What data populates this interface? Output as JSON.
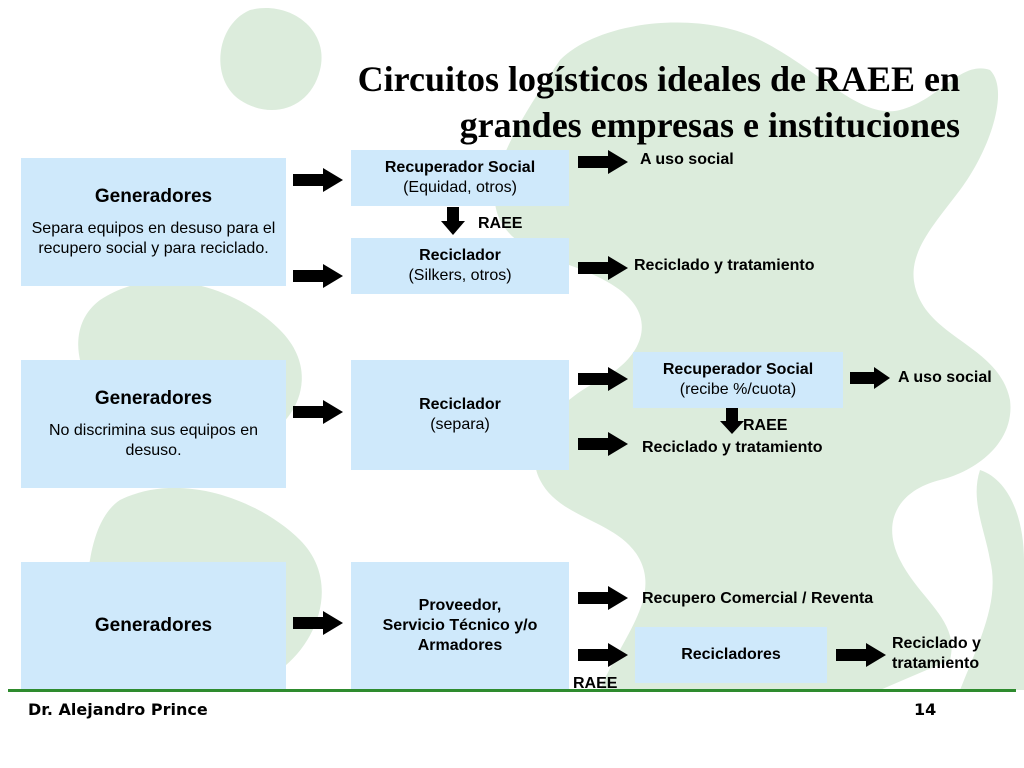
{
  "title": {
    "line1": "Circuitos logísticos ideales de RAEE en",
    "line2": "grandes empresas e instituciones"
  },
  "row1": {
    "generator": {
      "heading": "Generadores",
      "text": "Separa equipos en desuso para el recupero social y para reciclado."
    },
    "social": {
      "heading": "Recuperador Social",
      "sub": "(Equidad, otros)"
    },
    "recycler": {
      "heading": "Reciclador",
      "sub": "(Silkers, otros)"
    },
    "raee_label": "RAEE",
    "out_social": "A uso social",
    "out_recycle": "Reciclado y tratamiento"
  },
  "row2": {
    "generator": {
      "heading": "Generadores",
      "text": "No discrimina sus equipos en desuso."
    },
    "recycler": {
      "heading": "Reciclador",
      "sub": "(separa)"
    },
    "social": {
      "heading": "Recuperador Social",
      "sub": "(recibe %/cuota)"
    },
    "out_social": "A uso social",
    "raee_label": "RAEE",
    "out_recycle": "Reciclado y tratamiento"
  },
  "row3": {
    "generator": {
      "heading": "Generadores"
    },
    "provider": {
      "line1": "Proveedor,",
      "line2": "Servicio Técnico y/o",
      "line3": "Armadores"
    },
    "out_commercial": "Recupero Comercial / Reventa",
    "recyclers": "Recicladores",
    "raee_label": "RAEE",
    "out_recycle_line1": "Reciclado y",
    "out_recycle_line2": "tratamiento"
  },
  "footer": {
    "author": "Dr. Alejandro Prince",
    "page": "14"
  }
}
